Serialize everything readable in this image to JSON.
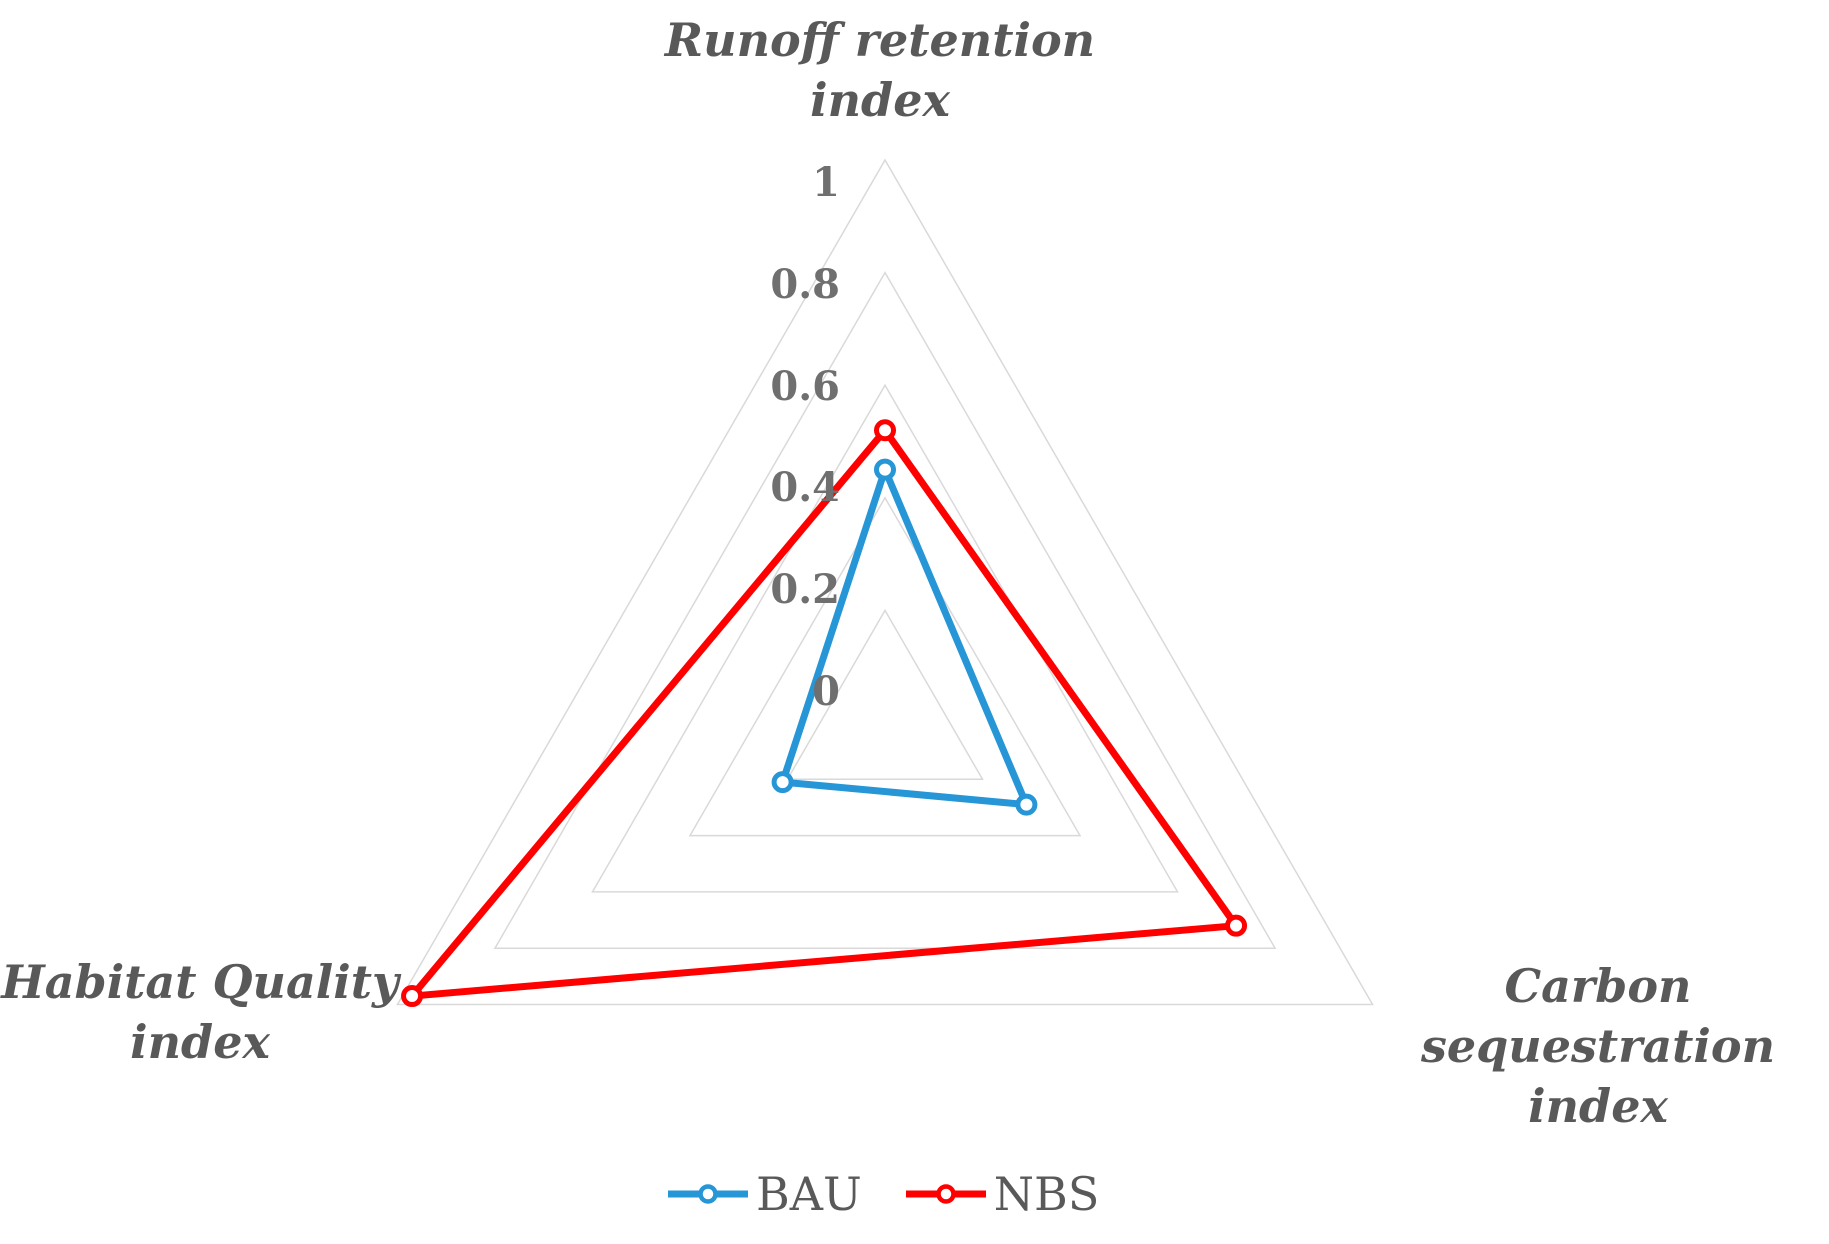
{
  "chart_data": {
    "type": "radar",
    "description": "Triangular radar chart comparing BAU and NBS scenarios across three ecosystem-service indices",
    "axes": [
      {
        "id": "runoff",
        "label": "Runoff retention\nindex"
      },
      {
        "id": "carbon",
        "label": "Carbon\nsequestration index"
      },
      {
        "id": "habitat",
        "label": "Habitat Quality\nindex"
      }
    ],
    "value_range": [
      0,
      1
    ],
    "grid_rings": [
      0.2,
      0.4,
      0.6,
      0.8,
      1
    ],
    "grid_on": true,
    "ticks": [
      {
        "value": 0,
        "label": "0"
      },
      {
        "value": 0.2,
        "label": "0.2"
      },
      {
        "value": 0.4,
        "label": "0.4"
      },
      {
        "value": 0.6,
        "label": "0.6"
      },
      {
        "value": 0.8,
        "label": "0.8"
      },
      {
        "value": 1,
        "label": "1"
      }
    ],
    "series": [
      {
        "name": "BAU",
        "color": "#2696D6",
        "values": [
          0.45,
          0.29,
          0.21
        ]
      },
      {
        "name": "NBS",
        "color": "#FF0000",
        "values": [
          0.52,
          0.72,
          0.97
        ]
      }
    ],
    "legend_position": "bottom"
  },
  "colors": {
    "background": "#FFFFFF",
    "grid": "#D9D9D9",
    "axis_label_text": "#595959",
    "tick_text": "#6F6F6F",
    "legend_text": "#595959"
  }
}
